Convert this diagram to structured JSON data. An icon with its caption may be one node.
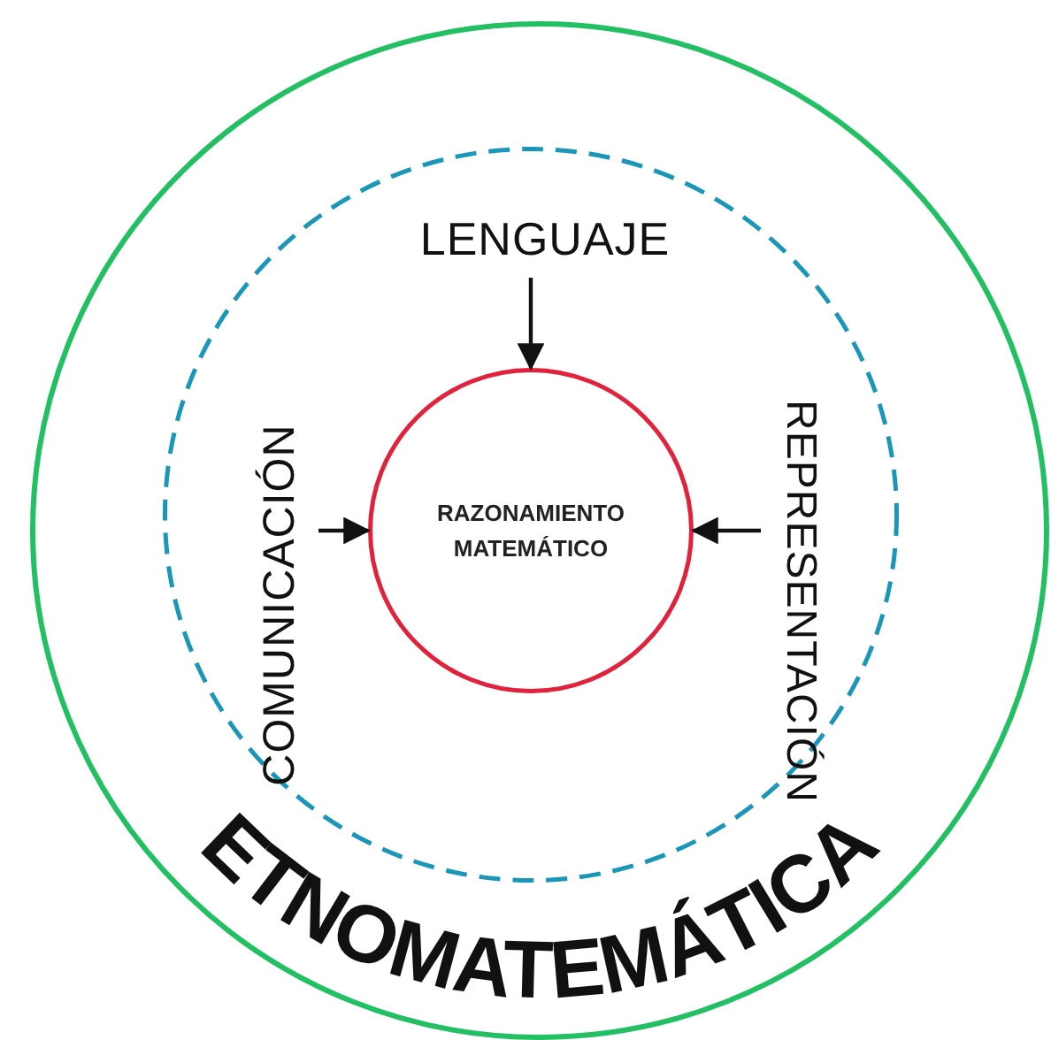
{
  "diagram": {
    "nodes": [
      {
        "text": [
          "ETNOMATEMÁTICA"
        ]
      },
      {
        "text": [],
        "shape": "circle",
        "in": 0
      },
      {
        "text": [
          "LENGUAJE"
        ],
        "in": 1
      },
      {
        "text": [
          "COMUNICACIÓN"
        ],
        "in": 1
      },
      {
        "text": [
          "RAZONAMIENTO MATEMÁTICO"
        ],
        "in": 1
      },
      {
        "text": [
          "REPRESENTACIÓN"
        ],
        "in": 1
      }
    ],
    "edges": [
      {
        "from": 2,
        "to": 4,
        "arrow": "to"
      },
      {
        "from": 3,
        "to": 4,
        "arrow": "to"
      },
      {
        "from": 5,
        "to": 4,
        "arrow": "to"
      }
    ]
  }
}
